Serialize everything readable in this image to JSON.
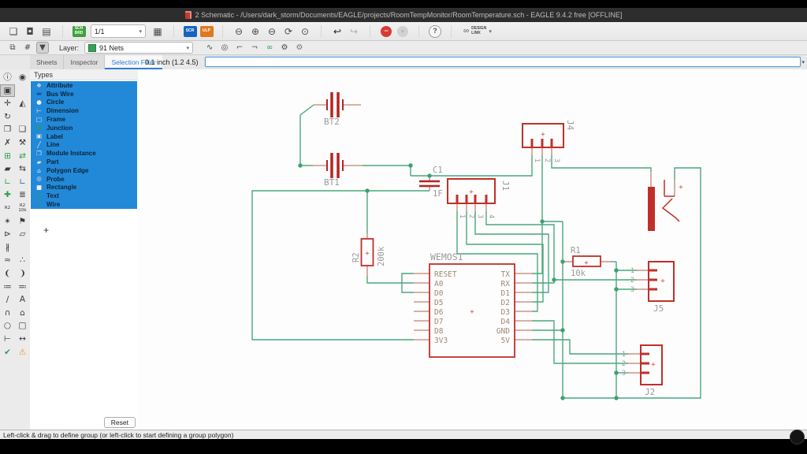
{
  "titlebar": {
    "title": "2 Schematic - /Users/dark_storm/Documents/EAGLE/projects/RoomTempMonitor/RoomTemperature.sch - EAGLE 9.4.2 free [OFFLINE]"
  },
  "toolbar_main": {
    "items": [
      {
        "type": "icon",
        "name": "new-document-button",
        "glyph": "❏"
      },
      {
        "type": "icon",
        "name": "save-button",
        "glyph": "◘"
      },
      {
        "type": "icon",
        "name": "print-button",
        "glyph": "▤"
      },
      {
        "type": "sep"
      },
      {
        "type": "badge",
        "name": "generate-board-button",
        "text": "SCH\nBRD",
        "bg": "#3f9e3f"
      },
      {
        "type": "select",
        "name": "sheet-selector",
        "text": "1/1"
      },
      {
        "type": "icon",
        "name": "sheet-list-button",
        "glyph": "▦"
      },
      {
        "type": "sep"
      },
      {
        "type": "badge",
        "name": "run-script-button",
        "text": "SCR",
        "bg": "#1565c0"
      },
      {
        "type": "badge",
        "name": "run-ulp-button",
        "text": "ULP",
        "bg": "#e07820"
      },
      {
        "type": "sep"
      },
      {
        "type": "icon",
        "name": "zoom-fit-button",
        "glyph": "⊖"
      },
      {
        "type": "icon",
        "name": "zoom-in-button",
        "glyph": "⊕"
      },
      {
        "type": "icon",
        "name": "zoom-out-button",
        "glyph": "⊖"
      },
      {
        "type": "icon",
        "name": "zoom-redraw-button",
        "glyph": "⟳"
      },
      {
        "type": "icon",
        "name": "zoom-select-button",
        "glyph": "⊙"
      },
      {
        "type": "sep"
      },
      {
        "type": "icon",
        "name": "undo-button",
        "glyph": "↩",
        "fg": "#222"
      },
      {
        "type": "icon",
        "name": "redo-button",
        "glyph": "↪",
        "fg": "#b0b0b0"
      },
      {
        "type": "sep"
      },
      {
        "type": "circle",
        "name": "stop-button",
        "bg": "#d83a34",
        "glyph": "−",
        "fg": "#ffffff"
      },
      {
        "type": "circle",
        "name": "go-button",
        "bg": "#d2d2d2",
        "glyph": "●",
        "fg": "#bdbdbd"
      },
      {
        "type": "sep"
      },
      {
        "type": "circle",
        "name": "help-button",
        "bg": "#f7f7f7",
        "glyph": "?",
        "fg": "#555555",
        "border": "#9a9a9a"
      },
      {
        "type": "sep"
      },
      {
        "type": "designlink",
        "name": "design-link-button",
        "glyph": "∞",
        "text": "DESIGN\nLINK"
      }
    ]
  },
  "toolbar_layer": {
    "layer_label": "Layer:",
    "layer_value": "91 Nets",
    "layer_swatch_color": "#3aa05a",
    "left_items": [
      {
        "type": "icon",
        "name": "layer-settings-button",
        "glyph": "⧉"
      },
      {
        "type": "icon",
        "name": "grid-settings-button",
        "glyph": "#"
      },
      {
        "type": "icon",
        "name": "selection-filter-button",
        "glyph": "▼",
        "active": true
      }
    ],
    "right_items": [
      {
        "type": "icon",
        "name": "net-class-button",
        "glyph": "∿"
      },
      {
        "type": "icon",
        "name": "zoom-search-button",
        "glyph": "◎"
      },
      {
        "type": "icon",
        "name": "dimension-tool-a-button",
        "glyph": "⌐"
      },
      {
        "type": "icon",
        "name": "dimension-tool-b-button",
        "glyph": "¬"
      },
      {
        "type": "icon",
        "name": "add-link-button",
        "glyph": "∞",
        "fg": "#2e9e4f"
      },
      {
        "type": "icon",
        "name": "settings-gear-button",
        "glyph": "⚙"
      },
      {
        "type": "icon",
        "name": "preferences-gear-button",
        "glyph": "⚙",
        "fg": "#777"
      }
    ]
  },
  "tabs": [
    {
      "label": "Sheets",
      "active": false
    },
    {
      "label": "Inspector",
      "active": false
    },
    {
      "label": "Selection Filter",
      "active": true
    }
  ],
  "command_bar": {
    "coords": "0.1 inch (1.2 4.5)",
    "input_value": ""
  },
  "sidebar": {
    "section_label": "Types",
    "selection_color": "#2289d9",
    "reset_label": "Reset",
    "types": [
      {
        "icon": "attribute-icon",
        "glyph": "❖",
        "color": "#e0e0e0",
        "label": "Attribute"
      },
      {
        "icon": "bus-wire-icon",
        "glyph": "▬",
        "color": "#1f4f9e",
        "label": "Bus Wire"
      },
      {
        "icon": "circle-icon",
        "glyph": "●",
        "color": "#efefef",
        "label": "Circle"
      },
      {
        "icon": "dimension-icon",
        "glyph": "⊢",
        "color": "#efefef",
        "label": "Dimension"
      },
      {
        "icon": "frame-icon",
        "glyph": "□",
        "color": "#efefef",
        "label": "Frame"
      },
      {
        "icon": "junction-icon",
        "glyph": "✚",
        "color": "#2f9e49",
        "label": "Junction"
      },
      {
        "icon": "label-icon",
        "glyph": "▣",
        "color": "#e0e0e0",
        "label": "Label"
      },
      {
        "icon": "line-icon",
        "glyph": "╱",
        "color": "#efefef",
        "label": "Line"
      },
      {
        "icon": "module-instance-icon",
        "glyph": "❐",
        "color": "#e0e0e0",
        "label": "Module Instance"
      },
      {
        "icon": "part-icon",
        "glyph": "▰",
        "color": "#e0e0e0",
        "label": "Part"
      },
      {
        "icon": "polygon-edge-icon",
        "glyph": "⌂",
        "color": "#efefef",
        "label": "Polygon Edge"
      },
      {
        "icon": "probe-icon",
        "glyph": "◎",
        "color": "#efefef",
        "label": "Probe"
      },
      {
        "icon": "rectangle-icon",
        "glyph": "■",
        "color": "#efefef",
        "label": "Rectangle"
      },
      {
        "icon": "text-icon",
        "glyph": "A",
        "color": "#2f9e49",
        "label": "Text"
      },
      {
        "icon": "wire-icon",
        "glyph": "╲",
        "color": "#2f9e49",
        "label": "Wire"
      }
    ]
  },
  "palette": {
    "rows": [
      [
        {
          "name": "info-tool",
          "glyph": "ⓘ"
        },
        {
          "name": "show-tool",
          "glyph": "◉"
        }
      ],
      [
        {
          "name": "group-select-tool",
          "glyph": "▣",
          "active": true
        },
        null
      ],
      [
        {
          "name": "move-tool",
          "glyph": "✛"
        },
        {
          "name": "mirror-tool",
          "glyph": "◭"
        }
      ],
      [
        {
          "name": "rotate-tool",
          "glyph": "↻"
        },
        null
      ],
      [
        {
          "name": "copy-tool",
          "glyph": "❐"
        },
        {
          "name": "paste-tool",
          "glyph": "❏"
        }
      ],
      [
        {
          "name": "delete-tool",
          "glyph": "✗"
        },
        {
          "name": "change-tool",
          "glyph": "⚒"
        }
      ],
      [
        {
          "name": "add-part-tool",
          "glyph": "⊞",
          "fg": "#2e9e4f"
        },
        {
          "name": "pinswap-tool",
          "glyph": "⇄",
          "fg": "#2e9e4f"
        }
      ],
      [
        {
          "name": "replace-tool",
          "glyph": "▰"
        },
        {
          "name": "gateswap-tool",
          "glyph": "⇆"
        }
      ],
      [
        {
          "name": "net-tool",
          "glyph": "∟",
          "fg": "#2e9e4f"
        },
        {
          "name": "bus-tool",
          "glyph": "∟",
          "fg": "#2b6cb8"
        }
      ],
      [
        {
          "name": "junction-tool",
          "glyph": "✚",
          "fg": "#2e9e4f"
        },
        {
          "name": "label-tool",
          "glyph": "≣"
        }
      ],
      [
        {
          "name": "name-tool",
          "text": "R2"
        },
        {
          "name": "value-tool",
          "text": "R2\n10k"
        }
      ],
      [
        {
          "name": "smash-tool",
          "glyph": "✴"
        },
        {
          "name": "attribute-tool",
          "glyph": "⚑"
        }
      ],
      [
        {
          "name": "invoke-tool",
          "glyph": "⊳"
        },
        {
          "name": "polygon-tool",
          "glyph": "▱"
        }
      ],
      [
        {
          "name": "split-tool",
          "glyph": "∦"
        },
        null
      ],
      [
        {
          "name": "ripup-tool",
          "glyph": "≈"
        },
        {
          "name": "optimize-tool",
          "glyph": "∴"
        }
      ],
      [
        {
          "name": "miter-tool",
          "glyph": "❨"
        },
        {
          "name": "unmiter-tool",
          "glyph": "❩"
        }
      ],
      [
        {
          "name": "wire-bend-a-tool",
          "glyph": "≔"
        },
        {
          "name": "wire-bend-b-tool",
          "glyph": "≕"
        }
      ],
      [
        {
          "name": "line-tool",
          "glyph": "∕"
        },
        {
          "name": "text-tool",
          "glyph": "A"
        }
      ],
      [
        {
          "name": "arc-tool",
          "glyph": "∩"
        },
        {
          "name": "pentagon-tool",
          "glyph": "⌂"
        }
      ],
      [
        {
          "name": "circle-tool",
          "glyph": "○"
        },
        {
          "name": "rect-tool",
          "glyph": "□"
        }
      ],
      [
        {
          "name": "dimension-tool",
          "glyph": "⊢"
        },
        {
          "name": "measure-tool",
          "glyph": "↔"
        }
      ],
      [
        {
          "name": "erc-tool",
          "glyph": "✔",
          "fg": "#2e9e4f"
        },
        {
          "name": "errors-tool",
          "glyph": "⚠",
          "fg": "#e0a010"
        }
      ]
    ]
  },
  "statusbar": {
    "message": "Left-click & drag to define group (or left-click to start defining a group polygon)"
  },
  "schematic": {
    "colors": {
      "wire": "#4aa77e",
      "symbol": "#c03028",
      "lead": "#c97f70",
      "label": "#9a9a9a",
      "pin_text": "#a08878",
      "junction": "#3da06f"
    },
    "components": {
      "bt1": {
        "ref": "BT1"
      },
      "bt2": {
        "ref": "BT2"
      },
      "c1": {
        "ref": "C1",
        "value": "1F"
      },
      "r1": {
        "ref": "R1",
        "value": "10k"
      },
      "r2": {
        "ref": "R2",
        "value": "200k"
      },
      "j1": {
        "ref": "J1",
        "pins": [
          "1",
          "2",
          "3",
          "4"
        ]
      },
      "j2": {
        "ref": "J2",
        "pins": [
          "1",
          "2",
          "3"
        ]
      },
      "j4": {
        "ref": "J4",
        "pins": [
          "1",
          "2",
          "3"
        ]
      },
      "j5": {
        "ref": "J5",
        "pins": [
          "1",
          "2",
          "3"
        ]
      },
      "wemos1": {
        "ref": "WEMOS1",
        "left_pins": [
          "RESET",
          "A0",
          "D0",
          "D5",
          "D6",
          "D7",
          "D8",
          "3V3"
        ],
        "right_pins": [
          "TX",
          "RX",
          "D1",
          "D2",
          "D3",
          "D4",
          "GND",
          "5V"
        ]
      }
    }
  }
}
